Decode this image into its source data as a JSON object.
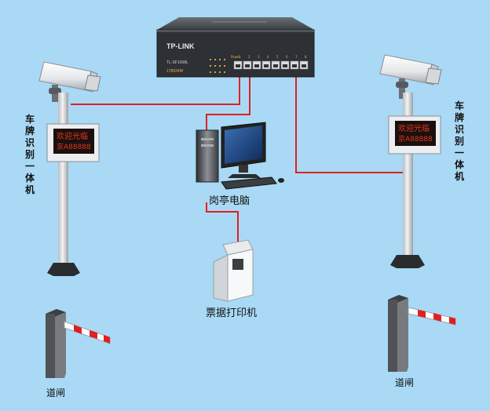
{
  "switch": {
    "brand": "TP-LINK",
    "model": "TL-SF1008L",
    "sub": "178524W",
    "port_numbers": [
      "1",
      "2",
      "3",
      "4",
      "5",
      "6",
      "7",
      "8"
    ],
    "power_label": "Power"
  },
  "labels": {
    "left_device": "车牌识别一体机",
    "right_device": "车牌识别一体机",
    "booth_pc": "岗亭电脑",
    "receipt_printer": "票据打印机",
    "left_gate": "道闸",
    "right_gate": "道闸"
  },
  "display": {
    "line1": "欢迎光临",
    "line2": "京A88888"
  },
  "colors": {
    "background": "#a9d9f5",
    "cable": "#e02020"
  }
}
